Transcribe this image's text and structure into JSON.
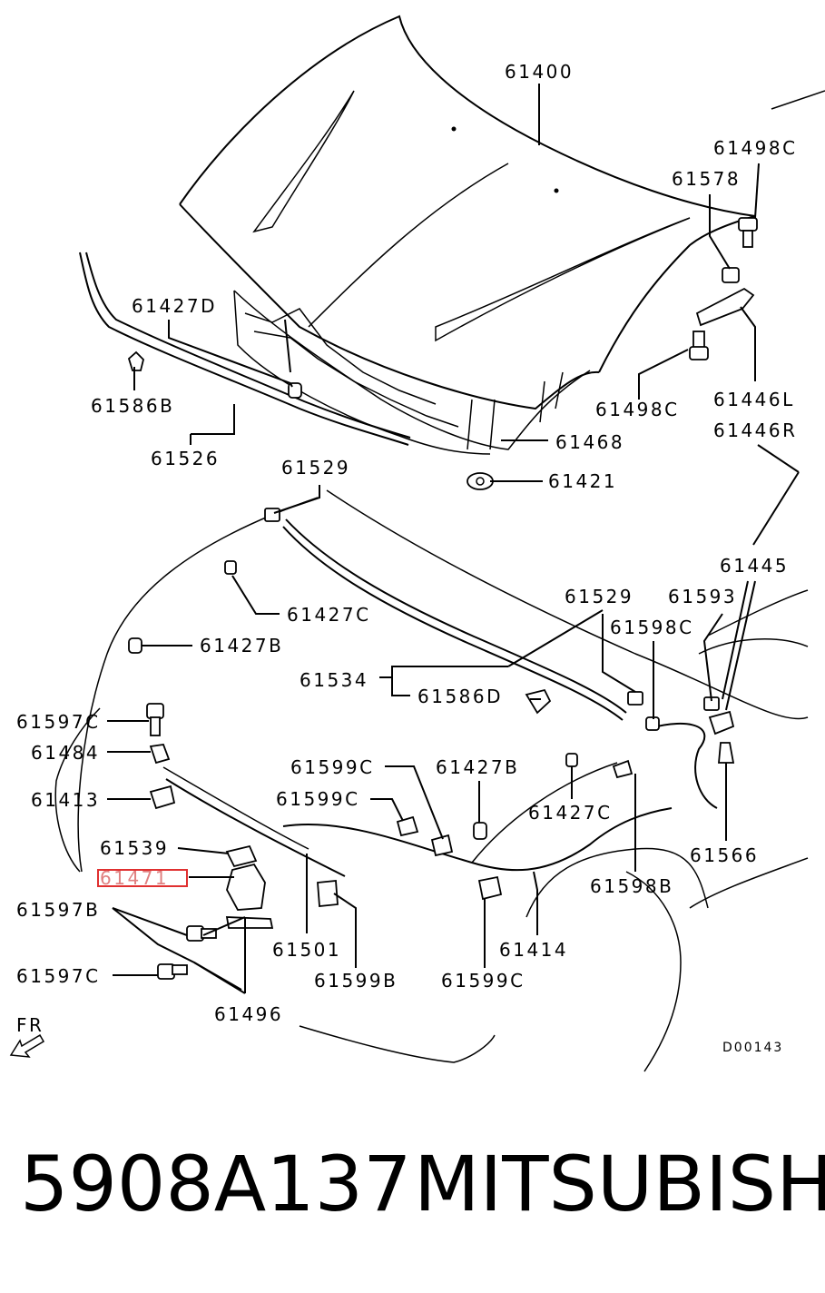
{
  "diagram": {
    "code": "D00143",
    "direction_label": "FR",
    "highlighted_part": "61471",
    "labels": [
      "61400",
      "61498C",
      "61578",
      "61427D",
      "61586B",
      "61526",
      "61498C",
      "61446L",
      "61446R",
      "61468",
      "61421",
      "61529",
      "61445",
      "61427C",
      "61427B",
      "61529",
      "61593",
      "61598C",
      "61534",
      "61586D",
      "61597C",
      "61484",
      "61599C",
      "61427B",
      "61413",
      "61599C",
      "61427C",
      "61566",
      "61539",
      "61471",
      "61598B",
      "61597B",
      "61501",
      "61414",
      "61597C",
      "61599B",
      "61599C",
      "61496"
    ]
  },
  "caption": {
    "part_number": "5908A137",
    "brand": "MITSUBISHI"
  },
  "colors": {
    "highlight": "#e03030",
    "line": "#000000"
  }
}
